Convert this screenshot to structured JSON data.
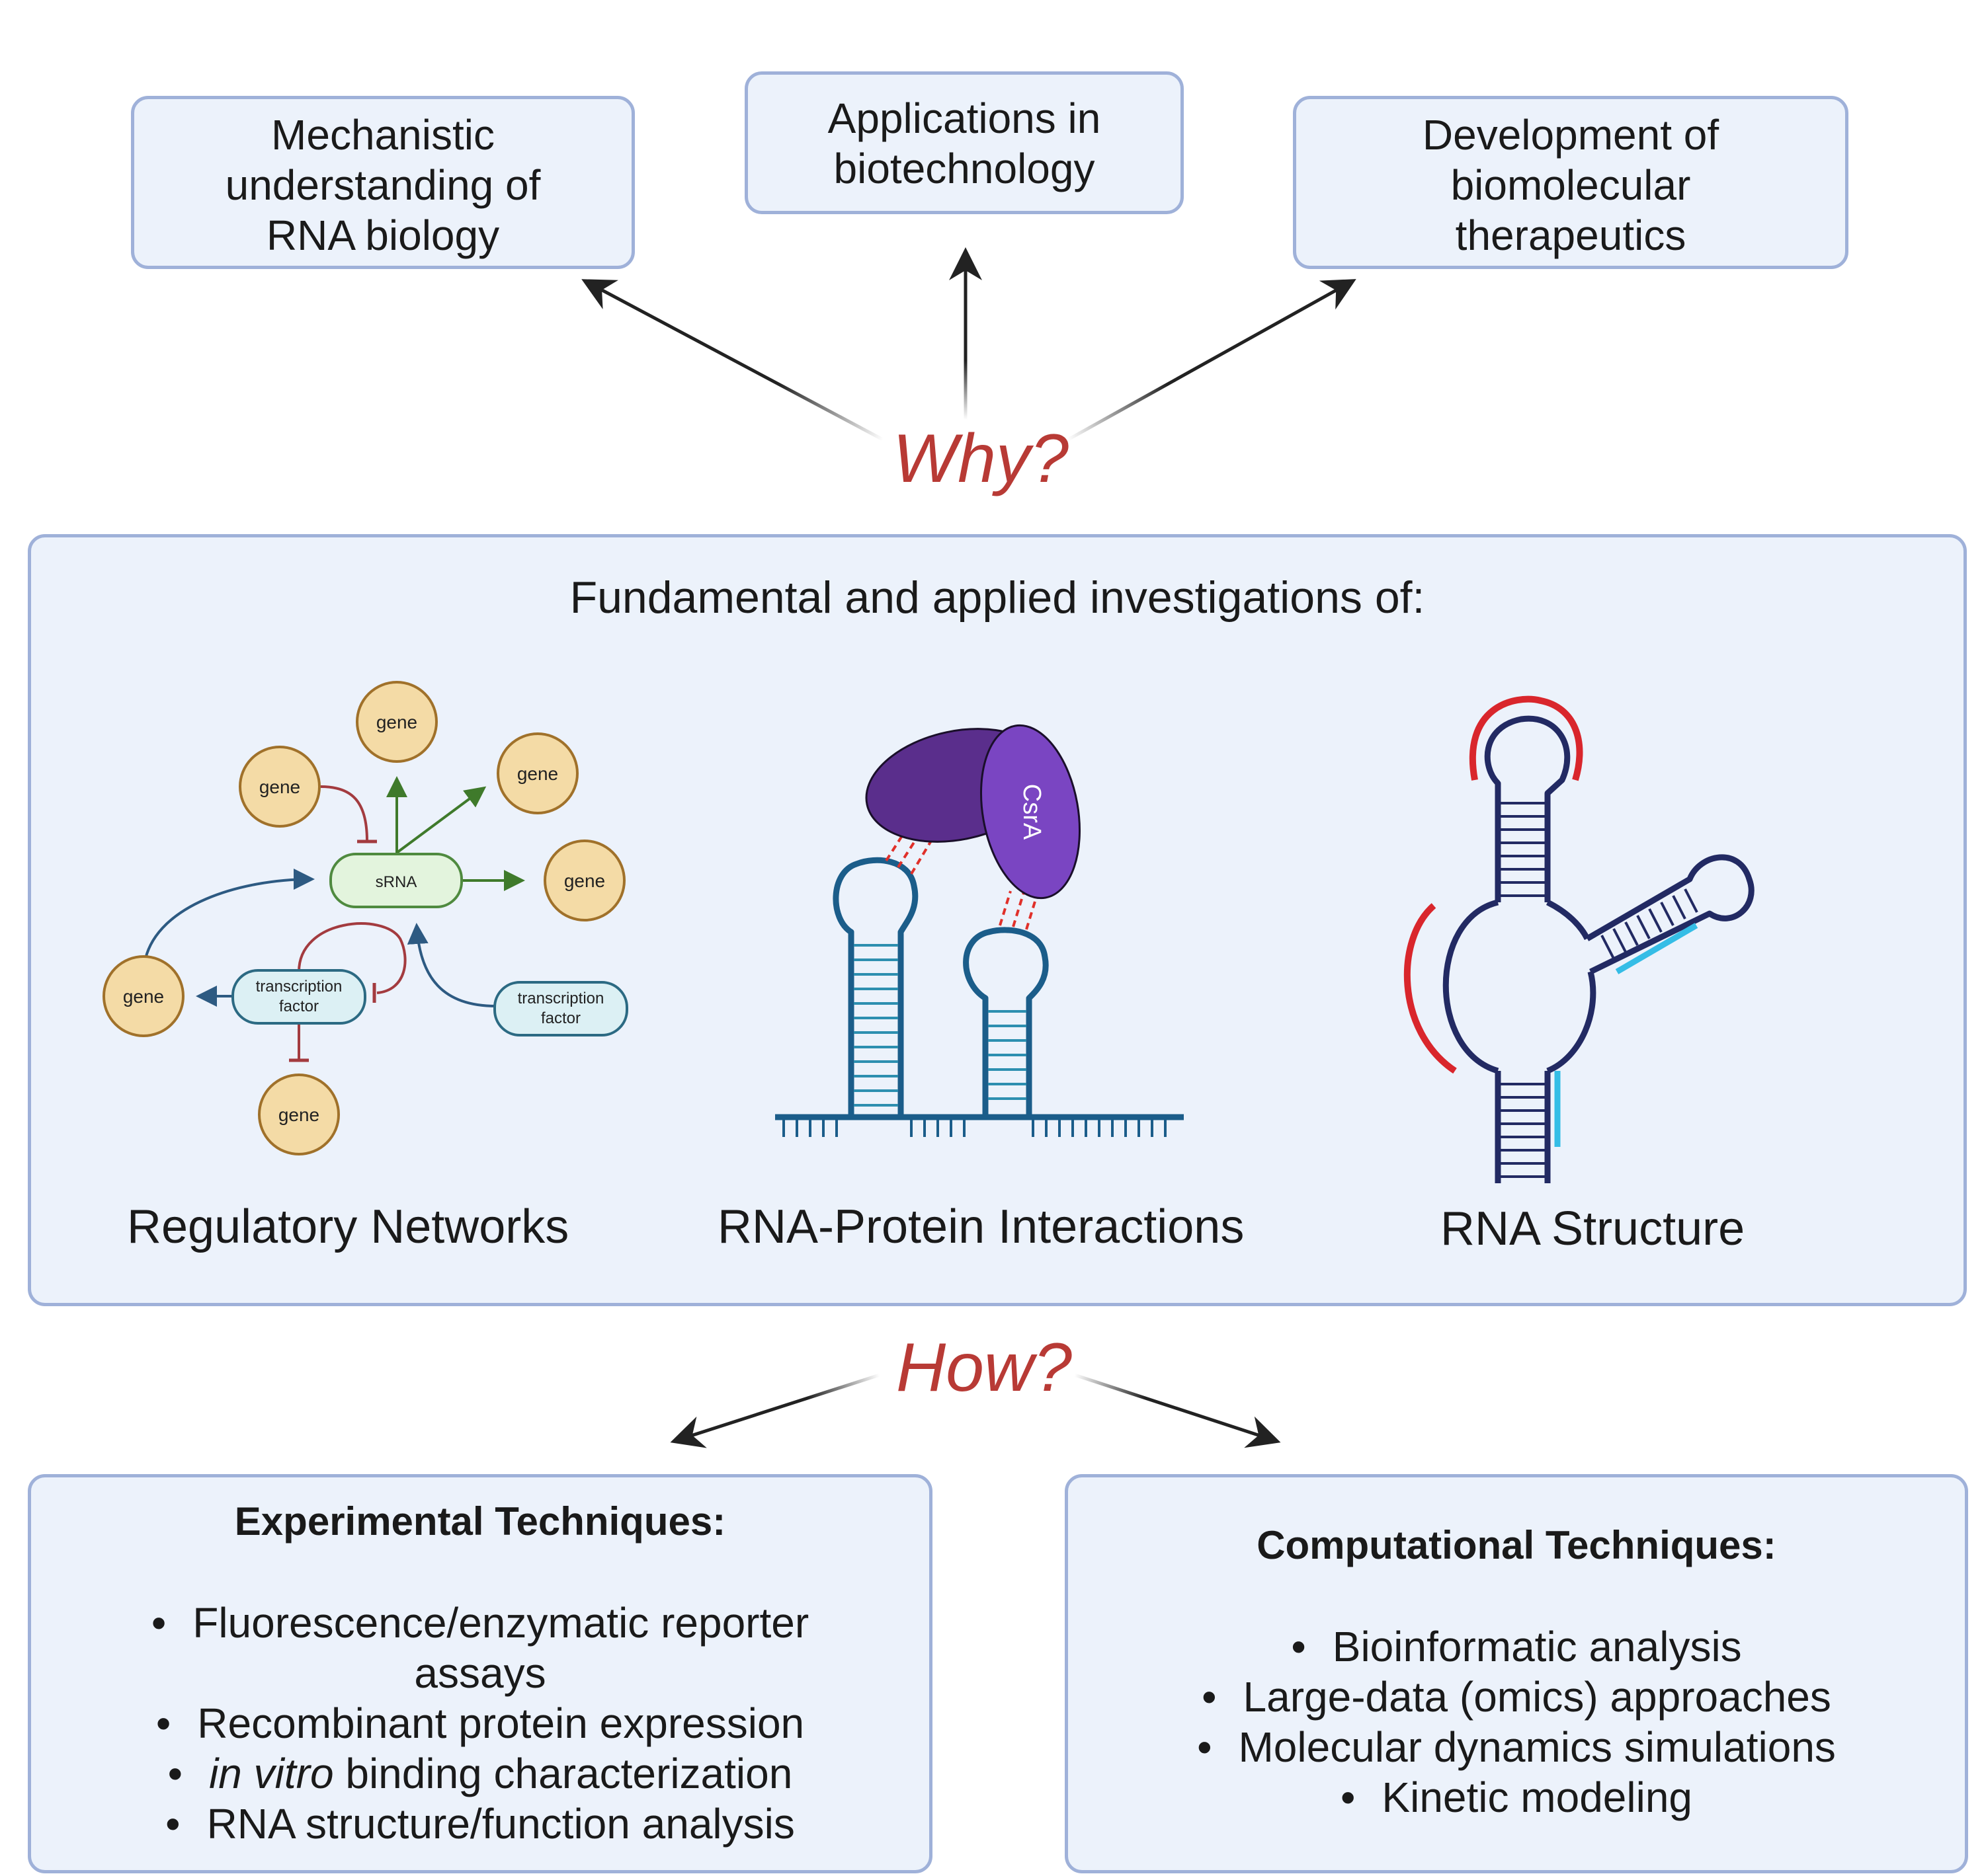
{
  "outcomes": [
    {
      "lines": [
        "Mechanistic",
        "understanding of",
        "RNA biology"
      ]
    },
    {
      "lines": [
        "Applications in",
        "biotechnology"
      ]
    },
    {
      "lines": [
        "Development of",
        "biomolecular",
        "therapeutics"
      ]
    }
  ],
  "why_label": "Why?",
  "how_label": "How?",
  "investigations": {
    "heading": "Fundamental and applied investigations of:",
    "panels": {
      "networks": {
        "caption": "Regulatory Networks",
        "srna_label": "sRNA",
        "gene_label": "gene",
        "tf_lines": [
          "transcription",
          "factor"
        ]
      },
      "rna_protein": {
        "caption": "RNA-Protein Interactions",
        "protein_label": "CsrA"
      },
      "structure": {
        "caption": "RNA Structure"
      }
    }
  },
  "techniques": {
    "experimental": {
      "title": "Experimental Techniques:",
      "items": [
        {
          "lines": [
            "Fluorescence/enzymatic reporter",
            "assays"
          ]
        },
        {
          "lines": [
            "Recombinant protein expression"
          ]
        },
        {
          "italic": "in vitro",
          "rest": " binding characterization"
        },
        {
          "lines": [
            "RNA structure/function analysis"
          ]
        }
      ]
    },
    "computational": {
      "title": "Computational Techniques:",
      "items": [
        {
          "lines": [
            "Bioinformatic analysis"
          ]
        },
        {
          "lines": [
            "Large-data (omics) approaches"
          ]
        },
        {
          "lines": [
            "Molecular dynamics simulations"
          ]
        },
        {
          "lines": [
            "Kinetic modeling"
          ]
        }
      ]
    }
  },
  "colors": {
    "box_fill": "#ecf2fb",
    "box_border": "#9fb1d9",
    "question": "#b83a35",
    "gene_fill": "#f4dba6",
    "gene_border": "#a0712a",
    "srna_fill": "#e3f4dd",
    "srna_border": "#4f8a3f",
    "tf_fill": "#dcf0f4",
    "tf_border": "#2c6a83",
    "activate": "#3f7a2b",
    "repress": "#a33b3f",
    "blue_arrow": "#2d5a82",
    "rna_blue": "#1b5d8a",
    "rna_teal": "#2d8fb0",
    "protein_dark": "#5a2e8c",
    "protein_light": "#7a45c2",
    "contact": "#e0302a",
    "struct_navy": "#222a63",
    "struct_red": "#d9262c",
    "struct_cyan": "#35bde6"
  }
}
